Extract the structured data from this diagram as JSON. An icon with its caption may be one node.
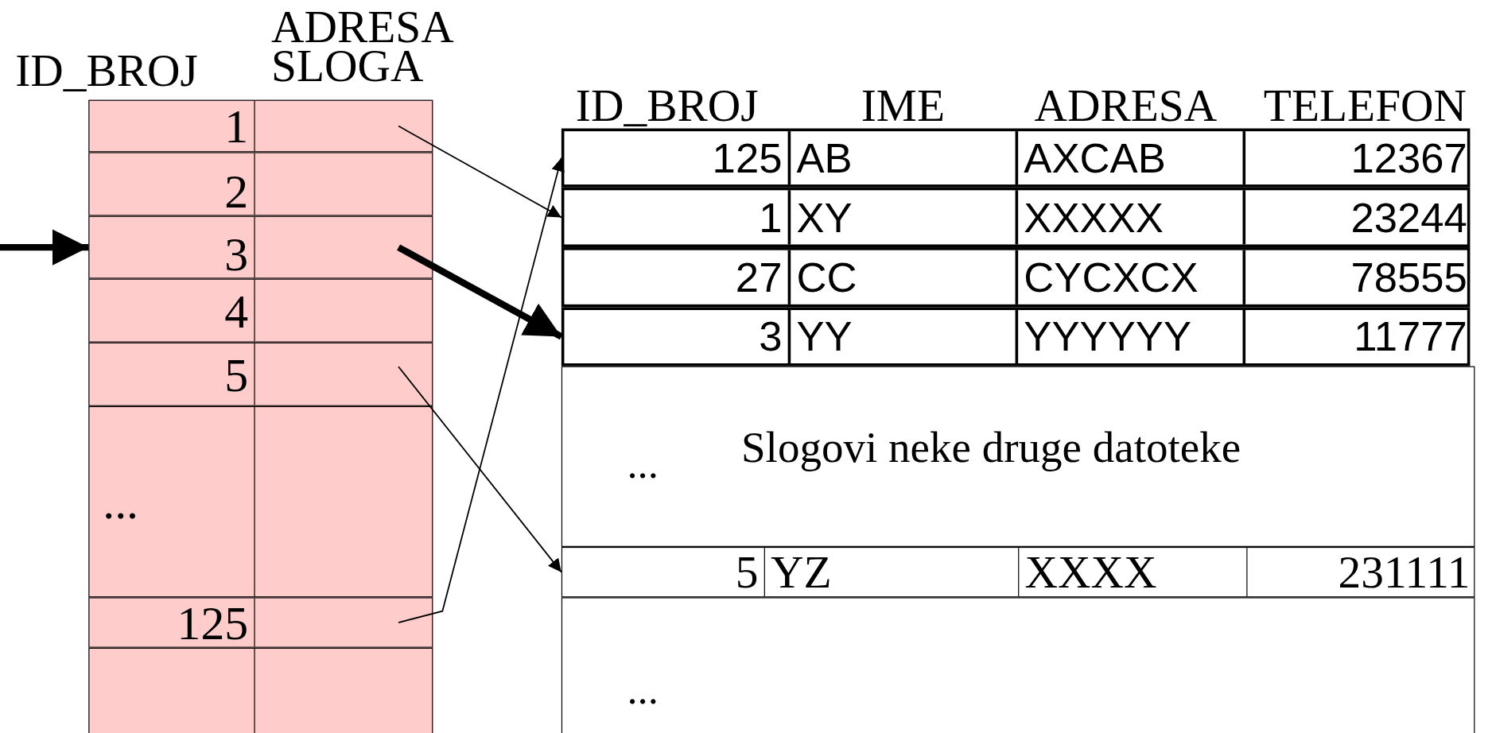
{
  "diagram": {
    "nodes": [
      {
        "text": [
          "1"
        ]
      },
      {
        "text": [
          "2"
        ]
      },
      {
        "text": [
          "3"
        ]
      },
      {
        "text": [
          "4"
        ]
      },
      {
        "text": [
          "5"
        ]
      },
      {
        "text": [
          "..."
        ]
      },
      {
        "text": [
          "125"
        ]
      },
      {
        "text": [],
        "shape": "box"
      },
      {
        "text": [
          "125",
          "AB",
          "AXCAB",
          "12367"
        ]
      },
      {
        "text": [
          "1",
          "XY",
          "XXXXX",
          "23244"
        ]
      },
      {
        "text": [
          "27",
          "CC",
          "CYCXCX",
          "78555"
        ]
      },
      {
        "text": [
          "3",
          "YY",
          "YYYYYY",
          "11777"
        ]
      },
      {
        "text": [
          "...",
          "Slogovi neke druge datoteke"
        ]
      },
      {
        "text": [
          "5",
          "YZ",
          "XXXX",
          "231111"
        ]
      },
      {
        "text": [
          "..."
        ]
      }
    ],
    "edges": [
      {
        "from": null,
        "to": 2,
        "arrow": "to",
        "style": "thick"
      },
      {
        "from": 0,
        "to": 9,
        "arrow": "to"
      },
      {
        "from": 2,
        "to": 11,
        "arrow": "to",
        "style": "thick"
      },
      {
        "from": 4,
        "to": 13,
        "arrow": "to"
      },
      {
        "from": 6,
        "to": 8,
        "arrow": "to"
      }
    ],
    "labels": [
      "ID_BROJ",
      "ADRESA SLOGA",
      "ID_BROJ",
      "IME",
      "ADRESA",
      "TELEFON"
    ]
  }
}
